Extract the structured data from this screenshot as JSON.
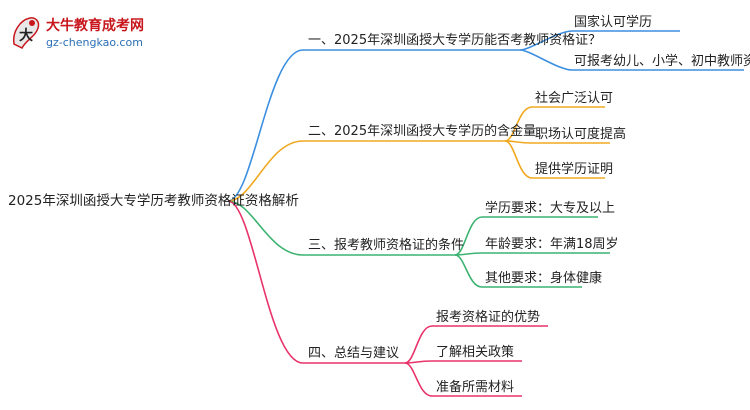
{
  "logo": {
    "name": "大牛教育成考网",
    "url": "gz-chengkao.com"
  },
  "root": {
    "label": "2025年深圳函授大专学历考教师资格证资格解析"
  },
  "branches": [
    {
      "label": "一、2025年深圳函授大专学历能否考教师资格证？",
      "color": "#3b8fe0",
      "children": [
        {
          "label": "国家认可学历"
        },
        {
          "label": "可报考幼儿、小学、初中教师资格证"
        }
      ]
    },
    {
      "label": "二、2025年深圳函授大专学历的含金量",
      "color": "#f0a820",
      "children": [
        {
          "label": "社会广泛认可"
        },
        {
          "label": "职场认可度提高"
        },
        {
          "label": "提供学历证明"
        }
      ]
    },
    {
      "label": "三、报考教师资格证的条件",
      "color": "#3cb371",
      "children": [
        {
          "label": "学历要求：大专及以上"
        },
        {
          "label": "年龄要求：年满18周岁"
        },
        {
          "label": "其他要求：身体健康"
        }
      ]
    },
    {
      "label": "四、总结与建议",
      "color": "#e8336b",
      "children": [
        {
          "label": "报考资格证的优势"
        },
        {
          "label": "了解相关政策"
        },
        {
          "label": "准备所需材料"
        }
      ]
    }
  ]
}
